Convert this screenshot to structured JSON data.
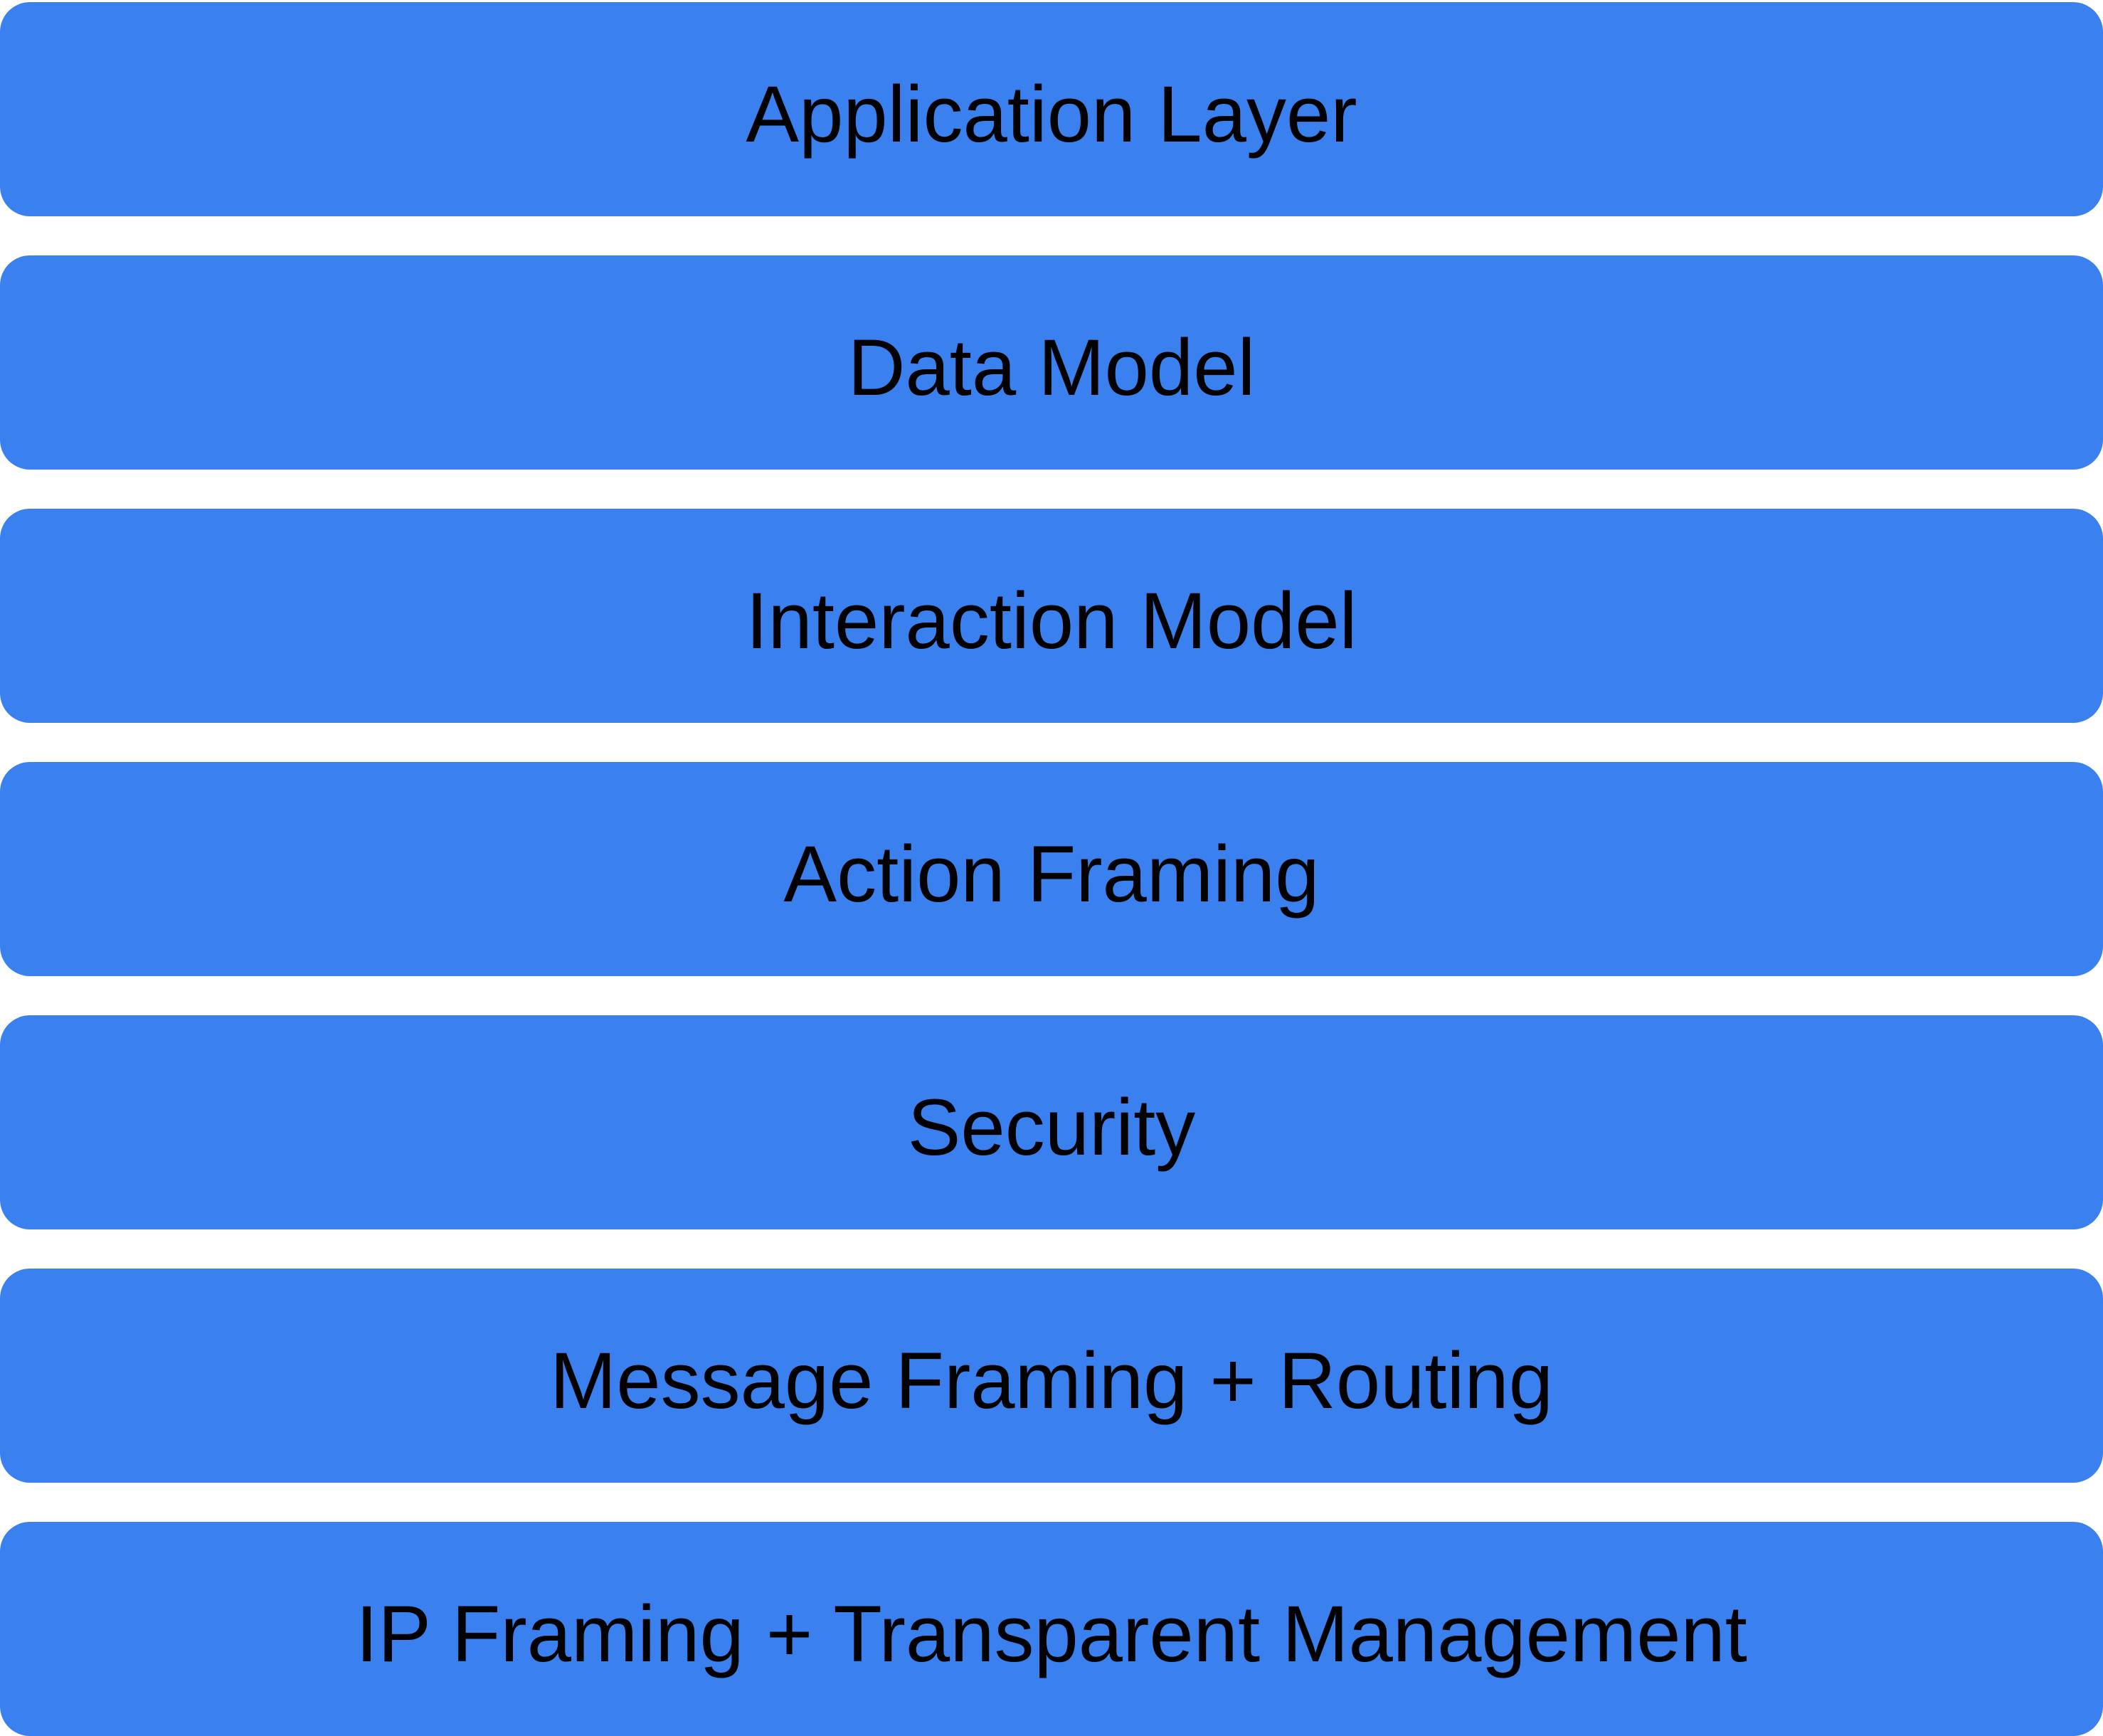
{
  "diagram": {
    "type": "layered-stack",
    "layers": [
      "Application Layer",
      "Data Model",
      "Interaction Model",
      "Action Framing",
      "Security",
      "Message Framing + Routing",
      "IP Framing + Transparent Management"
    ]
  },
  "colors": {
    "block_fill": "#3a80ef",
    "label_text": "#000000",
    "background": "#ffffff"
  }
}
